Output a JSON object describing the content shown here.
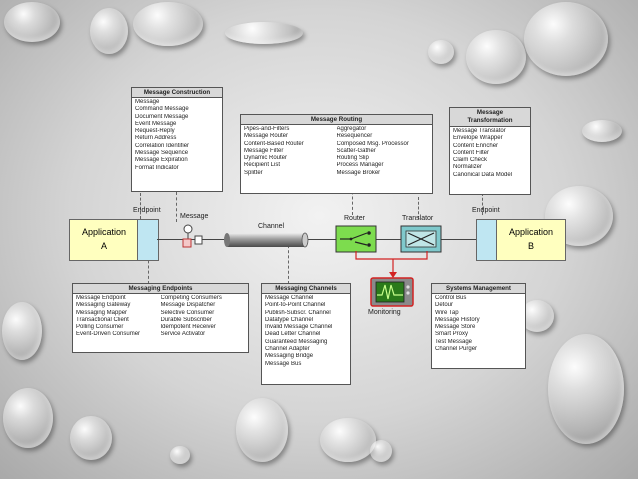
{
  "construction": {
    "title": "Message Construction",
    "items": [
      "Message",
      "Command Message",
      "Document Message",
      "Event Message",
      "Request-Reply",
      "Return Address",
      "Correlation Identifier",
      "Message Sequence",
      "Message Expiration",
      "Format Indicator"
    ]
  },
  "routing": {
    "title": "Message Routing",
    "col1": [
      "Pipes-and-Filters",
      "Message Router",
      "Content-Based Router",
      "Message Filter",
      "Dynamic Router",
      "Recipient List",
      "Splitter"
    ],
    "col2": [
      "Aggregator",
      "Resequencer",
      "Composed Msg. Processor",
      "Scatter-Gather",
      "Routing Slip",
      "Process Manager",
      "Message Broker"
    ]
  },
  "transformation": {
    "title": "Message Transformation",
    "items": [
      "Message Translator",
      "Envelope Wrapper",
      "Content Enricher",
      "Content Filter",
      "Claim Check",
      "Normalizer",
      "Canonical Data Model"
    ]
  },
  "endpoints": {
    "title": "Messaging Endpoints",
    "col1": [
      "Message Endpoint",
      "Messaging Gateway",
      "Messaging Mapper",
      "Transactional Client",
      "Polling Consumer",
      "Event-Driven Consumer"
    ],
    "col2": [
      "Competing Consumers",
      "Message Dispatcher",
      "Selective Consumer",
      "Durable Subscriber",
      "Idempotent Receiver",
      "Service Activator"
    ]
  },
  "channels": {
    "title": "Messaging Channels",
    "items": [
      "Message Channel",
      "Point-to-Point Channel",
      "Publish-Subscr. Channel",
      "Datatype Channel",
      "Invalid Message Channel",
      "Dead Letter Channel",
      "Guaranteed Messaging",
      "Channel Adapter",
      "Messaging Bridge",
      "Message Bus"
    ]
  },
  "systems": {
    "title": "Systems Management",
    "items": [
      "Control Bus",
      "Detour",
      "Wire Tap",
      "Message History",
      "Message Store",
      "Smart Proxy",
      "Test Message",
      "Channel Purger"
    ]
  },
  "flow": {
    "app_a_line1": "Application",
    "app_a_line2": "A",
    "app_b_line1": "Application",
    "app_b_line2": "B",
    "endpoint_left": "Endpoint",
    "endpoint_right": "Endpoint",
    "message": "Message",
    "channel": "Channel",
    "router": "Router",
    "translator": "Translator",
    "monitoring": "Monitoring"
  },
  "colors": {
    "application": "#ffffbf",
    "endpoint": "#bfe6f2",
    "router": "#7ddc4e",
    "translator": "#7fc9cc",
    "monitor_screen": "#2a7a1a",
    "wire": "#d22222"
  }
}
